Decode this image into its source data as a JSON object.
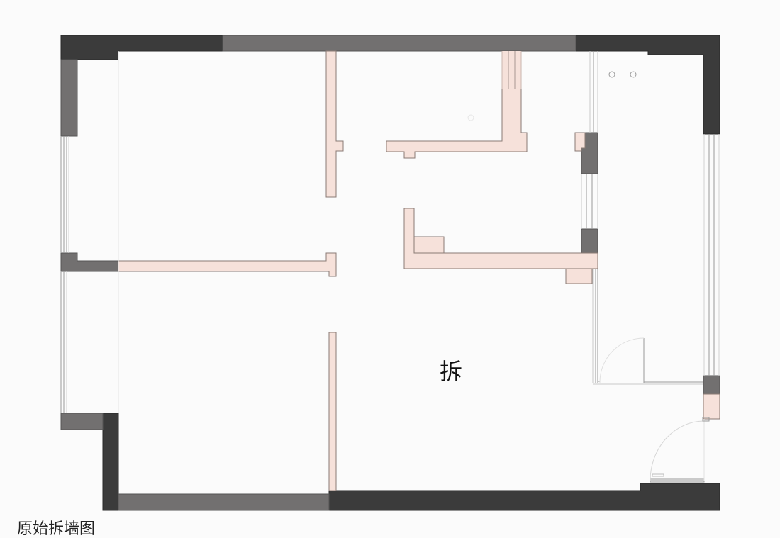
{
  "plan": {
    "label": "拆",
    "caption": "原始拆墙图"
  },
  "colors": {
    "background": "#fbfbfb",
    "load_bearing_wall": "#3b3b3b",
    "existing_wall": "#727070",
    "demolish_wall": "#f6e1da",
    "demolish_outline": "#8a7a74",
    "window_line": "#9a9a9a",
    "door_arc": "#d6d6d6"
  },
  "legend_semantics": {
    "dark": "load-bearing wall",
    "grey": "existing wall",
    "pink": "wall to demolish"
  }
}
